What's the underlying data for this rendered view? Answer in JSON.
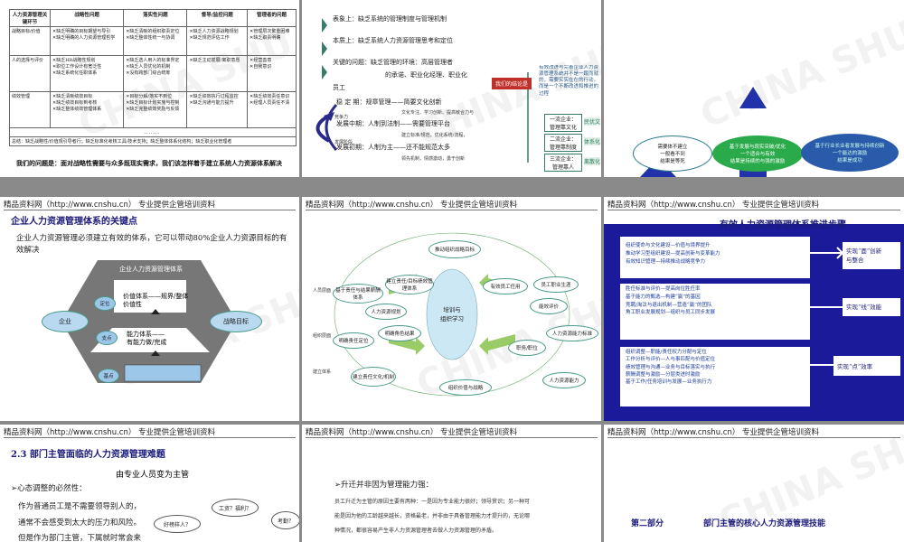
{
  "header_text": "精品资料网（http://www.cnshu.cn） 专业提供企管培训资料",
  "watermark": "CHINA SHU",
  "s1": {
    "cols": [
      "人力资源管理关键环节",
      "战略性问题",
      "落实性问题",
      "督导/监控问题",
      "管理者的问题"
    ],
    "rows": [
      [
        "战略目标/价值",
        "✕缺乏明确的目标期望与导引\n✕缺乏明确的人力资源管理哲学",
        "✕缺乏清晰的组织职责定位\n✕缺乏整体性统一与协调",
        "✕缺乏人力资源战略规划\n✕缺乏规范评估工作",
        "✕管理层次繁重困难\n✕缺乏职责明确"
      ],
      [
        "人的选择与评价",
        "✕缺乏HR战略性规划\n✕职位工作设计有宽泛性\n✕缺乏系统化任职体系",
        "✕缺乏选人用人的标准界定\n✕缺乏人员优化的机制\n✕没有跨部门综合统筹",
        "✕缺乏主动发展/离职意愿",
        "✕经营善意\n✕自我意识"
      ],
      [
        "绩效管理",
        "✕缺乏清晰绩效目标\n✕缺乏绩效目标到考核\n✕缺乏整体绩效管理体系",
        "✕目标分解/落实不到位\n✕缺乏目标计划实施与控制\n✕缺乏完整绩效奖励与反馈",
        "✕缺乏绩效执行过程监控\n✕缺乏沟通与能力提升",
        "✕缺乏绩效责任意识\n✕经理人员责任不清"
      ]
    ],
    "dots": "．．．．．．．",
    "summary": "总结：缺乏战略性/价值观引导者行；缺乏标准化考核工具/技术支持；缺乏整体体系化结构；缺乏职业化管理者",
    "bottom": "我们的问题是：面对战略性需要与众多既现实需求，我们该怎样着手建立系统人力资源体系解决"
  },
  "s2": {
    "surface": "表象上：缺乏系统的管理制度与管理机制",
    "essence": "本质上：缺乏系统人力资源管理思考和定位",
    "key": "关键的问题：缺乏管理的环境：高层管理者",
    "key2": "的承诺、职业化经理、职业化",
    "key3": "员工",
    "stable": "稳 定 期：规章管理——简要文化创新",
    "stable_sub": "文化专注、学习创新、提高敏合力与",
    "growth": "发展中期：人制到法制——需要管理平台",
    "growth_sub": "建立标准/规范，优化系统/流程，",
    "early": "发展初期：人制为主——还不能规范太多",
    "early_sub": "领先机制，情感激动，勇于创新",
    "lbl_competition": "竞争力",
    "lbl_dev": "发展阶段",
    "red_tag": "我们的结论是",
    "conclusion": "有效改进与完善企业人力资源管理系统并不是一蹴而就的，需要实实在在的行动，而是一个不断改进和推进的过程",
    "stage1": "一流企业：\n管理靠文化",
    "stage2": "二流企业：\n管理靠制度",
    "stage3": "三流企业：\n管理靠人",
    "tag1": "民优文",
    "tag2": "体系化",
    "tag3": "离散化"
  },
  "s3": {
    "left": "需要体不建立\n一般看不到\n结果是等死",
    "mid": "基于发展与现实突破/优化\n一个适合与有效\n结果是持续的与强的激励",
    "right": "基于行业长业者发展与持续创新\n一个能达的激励\n结果是成功"
  },
  "s4": {
    "title": "企业人力资源管理体系的关键点",
    "para": "企业人力资源管理必须建立有效的体系，它可以带动80%企业人力资源目标的有效解决",
    "hex_title": "企业人力资源管理体系",
    "value": "价值体系——规界/整体\n价值性",
    "ability": "能力体系——\n有能力做/完成",
    "pos1": "定位",
    "pos2": "支点",
    "pos3": "基点",
    "company": "企业",
    "goal": "战略目标"
  },
  "s5": {
    "center": "培训与\n组织学习",
    "n1": "推动组织战略目标",
    "n2": "建立责任/目标绩效管理体系",
    "n3": "基于责任与结果薪酬体系",
    "n4": "人力资源规划",
    "n5": "明确责任定位",
    "n6": "明确角色结果",
    "n7": "建立责任文化/机制",
    "n8": "组织价值与战略",
    "n9": "有效员工任用",
    "n10": "员工职业生涯",
    "n11": "能效评价",
    "n12": "职务/职位",
    "n13": "人力资源能力标准",
    "n14": "人力资源能力",
    "side1": "人员层面",
    "side2": "组织层面",
    "side3": "建立体系"
  },
  "s6": {
    "title": "有效人力资源管理体系推进步骤",
    "b1": "组织使命与文化建设—价值与境界提升\n推动学习型组织建设—提高创新与变革能力\n有效知识管理—持续推动战略竞争力",
    "r1": "实现“面”创新\n与整合",
    "b2": "胜任标准与评价—提高岗位胜任率\n基于能力的甄选—构建“赢”的基因\n竞聘/淘汰与退出机制—营造“赢”的团队\n角工职业发展规划—组织与员工同步发展",
    "r2": "实现“线”效能",
    "b3": "组织调整—职能/责任权力分配与定位\n工作分析与评价—人与事匹配与价值定位\n绩效管理与沟通—业务与目标落实与执行\n薪酬调整与激励—分层类进时激励\n基于工作/任务培训与发展—业务执行力",
    "r3": "实现“点”效率"
  },
  "s7": {
    "title": "2.3 部门主管面临的人力资源管理难题",
    "subtitle": "由专业人员变为主管",
    "q": "➢心态调整的必然性：",
    "p1": "作为普通员工是不需要领导别人的，",
    "p2": "通常不会感受到太大的压力和风险。",
    "p3": "但是作为部门主管，下属就时常会来",
    "b1": "好榜样人？",
    "b2": "工资？福利？",
    "b3": "考勤？"
  },
  "s8": {
    "h": "➢升迁并非因为管理能力强：",
    "p1": "员工升迁为主管的原因主要有两种：一是因为专业能力很好；领导赏识；另一种可",
    "p2": "能是因为他的工龄越来越长，资格最老，并非由于具备管理能力才提升的，无论哪",
    "p3": "种情况，都很容易产生非人力资源管理者去做人力资源管理的矛盾。"
  },
  "s9": {
    "part": "第二部分",
    "title": "部门主管的核心人力资源管理技能"
  }
}
